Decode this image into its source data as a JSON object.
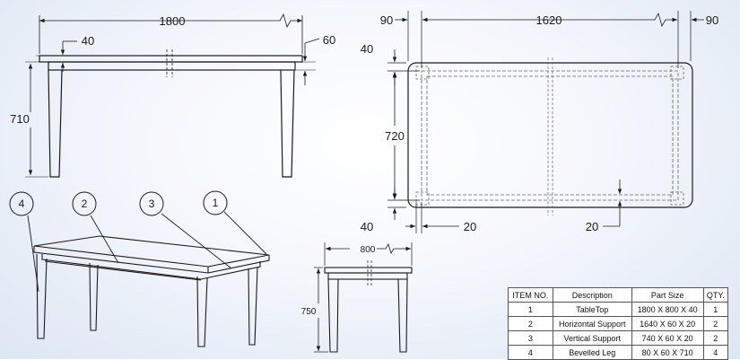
{
  "front_view": {
    "dim_length": "1800",
    "dim_top_thickness": "40",
    "dim_apron": "60",
    "dim_height": "710"
  },
  "top_view": {
    "dim_left_offset": "90",
    "dim_inner_length": "1620",
    "dim_right_offset": "90",
    "dim_top_offset": "40",
    "dim_inner_width": "720",
    "dim_bottom_offset": "40",
    "dim_support_width_left": "20",
    "dim_support_width_right": "20"
  },
  "side_view": {
    "dim_width": "800",
    "dim_total_height": "750"
  },
  "balloons": [
    "4",
    "2",
    "3",
    "1"
  ],
  "bom": {
    "headers": [
      "ITEM NO.",
      "Description",
      "Part Size",
      "QTY."
    ],
    "rows": [
      [
        "1",
        "TableTop",
        "1800 X 800 X 40",
        "1"
      ],
      [
        "2",
        "Horizontal Support",
        "1640 X 60 X 20",
        "2"
      ],
      [
        "3",
        "Vertical Support",
        "740 X 60 X 20",
        "2"
      ],
      [
        "4",
        "Bevelled Leg",
        "80 X 60 X 710",
        "4"
      ]
    ]
  },
  "colors": {
    "line": "#1a1a1a",
    "hidden": "#666666",
    "background": "#eef3fa"
  }
}
